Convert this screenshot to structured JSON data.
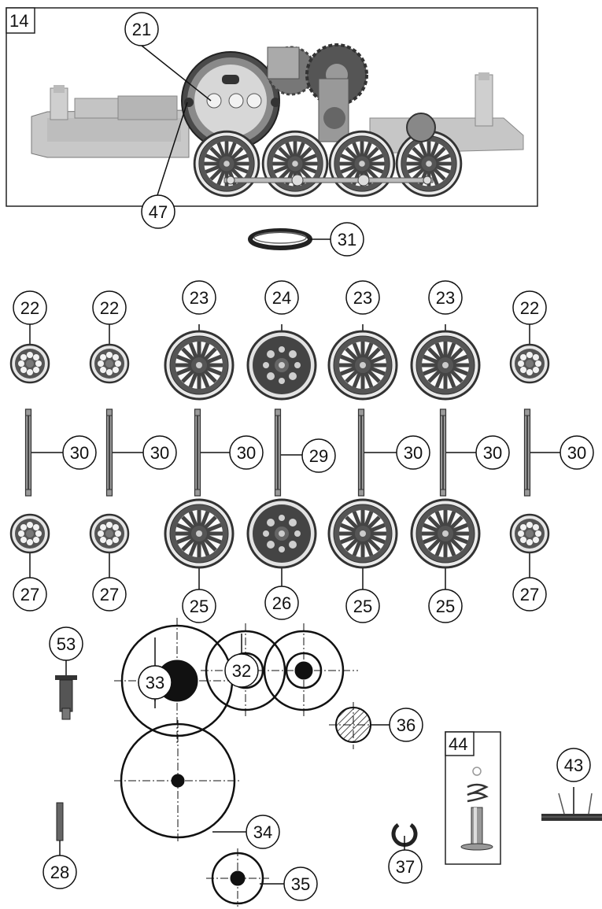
{
  "figure": {
    "box_label_main": "14",
    "box_label_spring": "44"
  },
  "callouts": {
    "c21": "21",
    "c47": "47",
    "c31": "31",
    "c22a": "22",
    "c22b": "22",
    "c22c": "22",
    "c23a": "23",
    "c24": "24",
    "c23b": "23",
    "c23c": "23",
    "c30a": "30",
    "c30b": "30",
    "c30c": "30",
    "c29": "29",
    "c30d": "30",
    "c30e": "30",
    "c30f": "30",
    "c27a": "27",
    "c27b": "27",
    "c27c": "27",
    "c25a": "25",
    "c26": "26",
    "c25b": "25",
    "c25c": "25",
    "c53": "53",
    "c33": "33",
    "c32": "32",
    "c36": "36",
    "c34": "34",
    "c35": "35",
    "c28": "28",
    "c37": "37",
    "c43": "43"
  }
}
